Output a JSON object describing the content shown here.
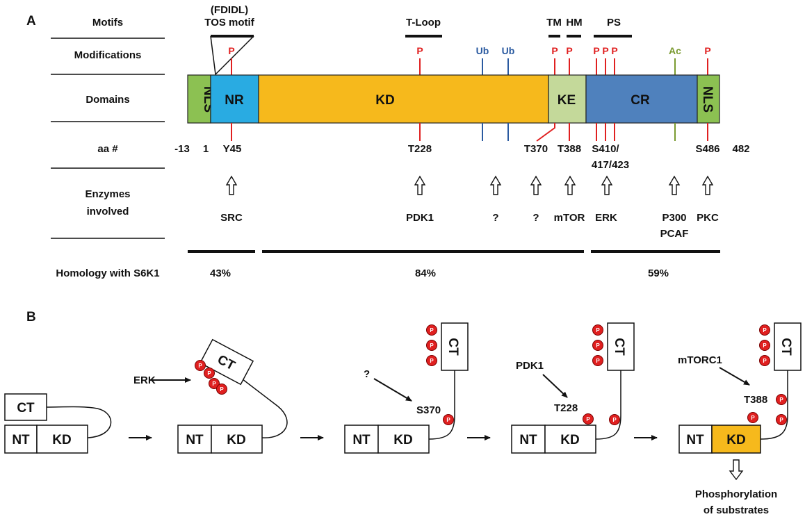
{
  "colors": {
    "nls": "#8cc152",
    "nr": "#29abe2",
    "kd": "#f6b91c",
    "ke": "#c4d99a",
    "cr": "#4f81bd",
    "phospho": "#e02020",
    "ubiquitin": "#2a5aa0",
    "acetyl": "#7a9a30"
  },
  "panel_a": {
    "label": "A",
    "rows": {
      "motifs": "Motifs",
      "modifications": "Modifications",
      "domains": "Domains",
      "aa": "aa #",
      "enzymes": [
        "Enzymes",
        "involved"
      ],
      "homology": "Homology with S6K1"
    },
    "motifs": {
      "fdidl": "(FDIDL)",
      "tos": "TOS motif",
      "tloop": "T-Loop",
      "tm": "TM",
      "hm": "HM",
      "ps": "PS"
    },
    "domains": {
      "nls_left": "NLS",
      "nr": "NR",
      "kd": "KD",
      "ke": "KE",
      "cr": "CR",
      "nls_right": "NLS"
    },
    "mods": {
      "p": "P",
      "ub": "Ub",
      "ac": "Ac"
    },
    "aa": {
      "start": "-13",
      "one": "1",
      "y45": "Y45",
      "t228": "T228",
      "t370": "T370",
      "t388": "T388",
      "s410": "S410/",
      "s417": "417/423",
      "s486": "S486",
      "end": "482"
    },
    "enzymes": {
      "src": "SRC",
      "pdk1": "PDK1",
      "q1": "?",
      "q2": "?",
      "mtor": "mTOR",
      "erk": "ERK",
      "p300": "P300",
      "pcaf": "PCAF",
      "pkc": "PKC"
    },
    "homology": {
      "nterm": "43%",
      "kinase": "84%",
      "cterm": "59%"
    }
  },
  "panel_b": {
    "label": "B",
    "boxes": {
      "ct": "CT",
      "nt": "NT",
      "kd": "KD"
    },
    "p": "P",
    "erk": "ERK",
    "question": "?",
    "s370": "S370",
    "pdk1": "PDK1",
    "t228": "T228",
    "mtorc1": "mTORC1",
    "t388": "T388",
    "result": [
      "Phosphorylation",
      "of substrates"
    ]
  }
}
